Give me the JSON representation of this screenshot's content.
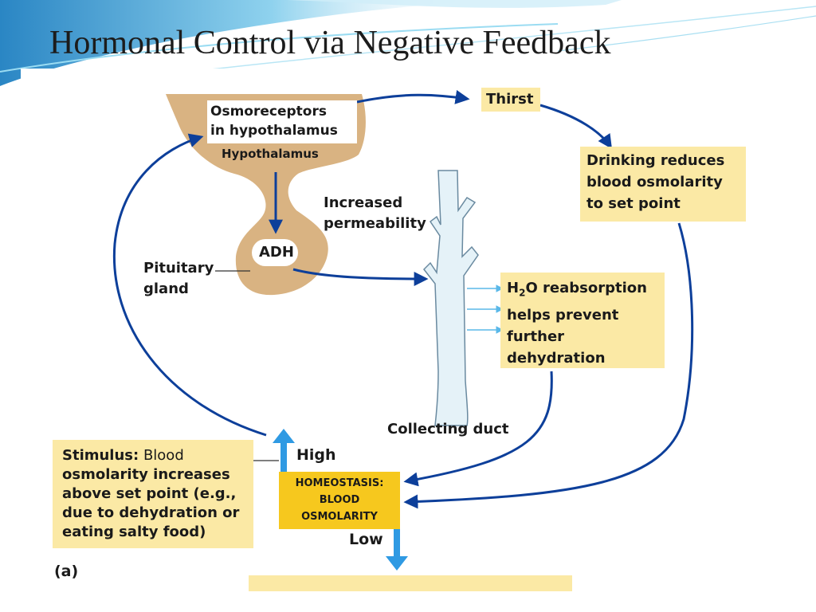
{
  "slide": {
    "title": "Hormonal Control via Negative Feedback"
  },
  "diagram": {
    "osmoreceptors": [
      "Osmoreceptors",
      "in hypothalamus"
    ],
    "hypothalamus": "Hypothalamus",
    "adh": "ADH",
    "pituitary": [
      "Pituitary",
      "gland"
    ],
    "increased_permeability": [
      "Increased",
      "permeability"
    ],
    "thirst": "Thirst",
    "drinking": [
      "Drinking reduces",
      "blood osmolarity",
      "to set point"
    ],
    "reabsorption": {
      "h": "H",
      "sub": "2",
      "rest": "O reabsorption",
      "lines": [
        "helps prevent",
        "further",
        "dehydration"
      ]
    },
    "collecting_duct": "Collecting duct",
    "stimulus": {
      "bold": "Stimulus:",
      "first_rest": " Blood",
      "lines": [
        "osmolarity increases",
        "above set point (e.g.,",
        "due to dehydration or",
        "eating salty food)"
      ]
    },
    "high": "High",
    "low": "Low",
    "homeostasis": [
      "HOMEOSTASIS:",
      "BLOOD",
      "OSMOLARITY"
    ],
    "panel_label": "(a)"
  },
  "colors": {
    "arrow": "#0d3f9a",
    "light_arrow": "#5ab8e8",
    "brain": "#d9b382",
    "box_fill": "#fbe9a5",
    "homeostasis_fill": "#f6c81e",
    "up_down_arrow": "#2f9ae3",
    "duct": "#e5f2f8"
  }
}
